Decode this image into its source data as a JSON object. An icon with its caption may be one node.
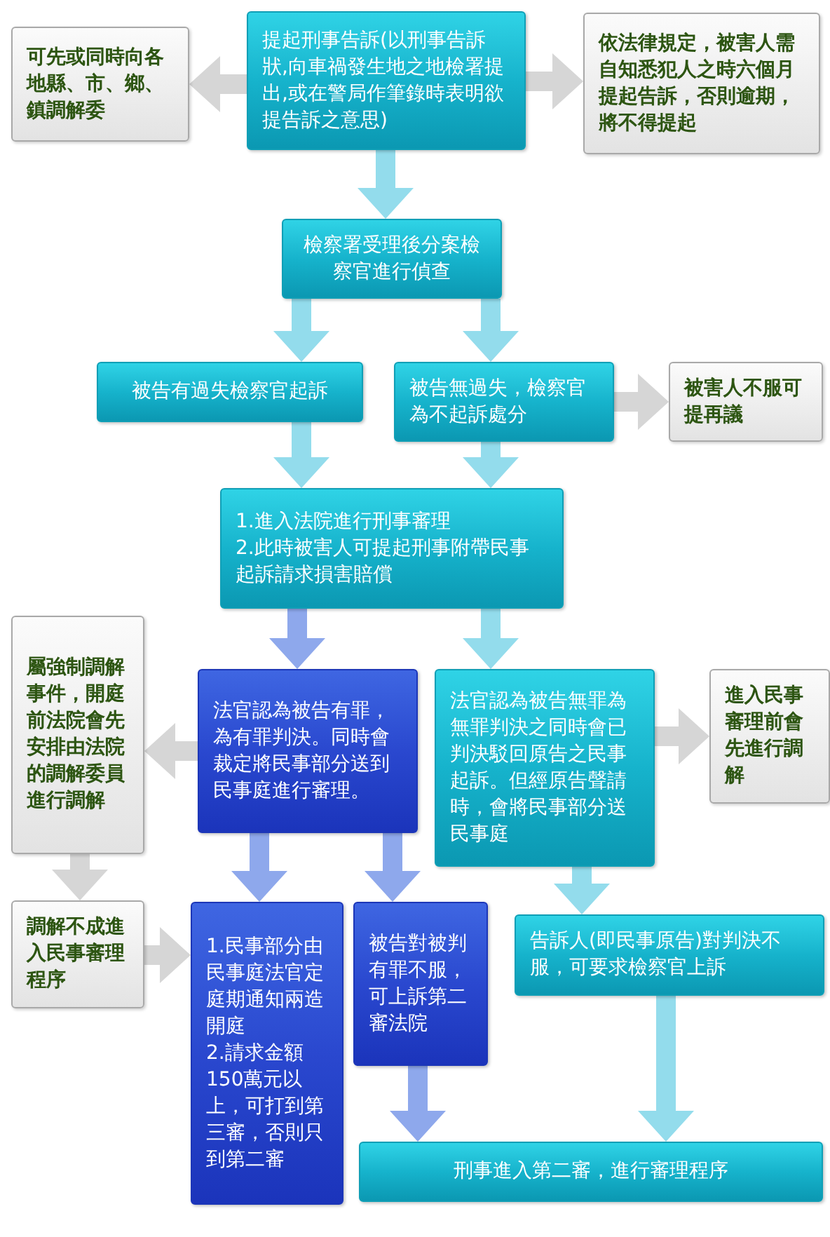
{
  "diagram": {
    "nodes": [
      {
        "text": [
          "提起刑事告訴(以刑事告訴狀,向車禍發生地之地檢署提出,或在警局作筆錄時表明欲提告訴之意思)"
        ]
      },
      {
        "text": [
          "可先或同時向各地縣、市、鄉、鎮調解委"
        ]
      },
      {
        "text": [
          "依法律規定，被害人需自知悉犯人之時六個月提起告訴，否則逾期，將不得提起"
        ]
      },
      {
        "text": [
          "檢察署受理後分案檢察官進行偵查"
        ]
      },
      {
        "text": [
          "被告有過失檢察官起訴"
        ]
      },
      {
        "text": [
          "被告無過失，檢察官為不起訴處分"
        ]
      },
      {
        "text": [
          "被害人不服可提再議"
        ]
      },
      {
        "text": [
          "1.進入法院進行刑事審理",
          "2.此時被害人可提起刑事附帶民事起訴請求損害賠償"
        ]
      },
      {
        "text": [
          "屬強制調解事件，開庭前法院會先安排由法院的調解委員進行調解"
        ]
      },
      {
        "text": [
          "法官認為被告有罪，為有罪判決。同時會裁定將民事部分送到民事庭進行審理。"
        ]
      },
      {
        "text": [
          "法官認為被告無罪為無罪判決之同時會已判決駁回原告之民事起訴。但經原告聲請時，會將民事部分送民事庭"
        ]
      },
      {
        "text": [
          "進入民事審理前會先進行調解"
        ]
      },
      {
        "text": [
          "調解不成進入民事審理程序"
        ]
      },
      {
        "text": [
          "1.民事部分由民事庭法官定庭期通知兩造開庭",
          "2.請求金額150萬元以上，可打到第三審，否則只到第二審"
        ]
      },
      {
        "text": [
          "被告對被判有罪不服，可上訴第二審法院"
        ]
      },
      {
        "text": [
          "告訴人(即民事原告)對判決不服，可要求檢察官上訴"
        ]
      },
      {
        "text": [
          "刑事進入第二審，進行審理程序"
        ]
      }
    ],
    "edges": [
      {
        "from": 0,
        "to": 1,
        "arrow": "to",
        "color": "#d6d6d6"
      },
      {
        "from": 0,
        "to": 2,
        "arrow": "to",
        "color": "#d6d6d6"
      },
      {
        "from": 0,
        "to": 3,
        "arrow": "to"
      },
      {
        "from": 3,
        "to": 4,
        "arrow": "to"
      },
      {
        "from": 3,
        "to": 5,
        "arrow": "to"
      },
      {
        "from": 5,
        "to": 6,
        "arrow": "to",
        "color": "#d6d6d6"
      },
      {
        "from": 4,
        "to": 7,
        "arrow": "to"
      },
      {
        "from": 5,
        "to": 7,
        "arrow": "to"
      },
      {
        "from": 7,
        "to": 9,
        "arrow": "to",
        "color": "#8ea8ec"
      },
      {
        "from": 7,
        "to": 10,
        "arrow": "to"
      },
      {
        "from": 9,
        "to": 8,
        "arrow": "to",
        "color": "#d6d6d6"
      },
      {
        "from": 10,
        "to": 11,
        "arrow": "to",
        "color": "#d6d6d6"
      },
      {
        "from": 8,
        "to": 12,
        "arrow": "to",
        "color": "#d6d6d6"
      },
      {
        "from": 12,
        "to": 13,
        "arrow": "to",
        "color": "#d6d6d6"
      },
      {
        "from": 9,
        "to": 13,
        "arrow": "to",
        "color": "#8ea8ec"
      },
      {
        "from": 9,
        "to": 14,
        "arrow": "to",
        "color": "#8ea8ec"
      },
      {
        "from": 10,
        "to": 15,
        "arrow": "to"
      },
      {
        "from": 14,
        "to": 16,
        "arrow": "to",
        "color": "#8ea8ec"
      },
      {
        "from": 15,
        "to": 16,
        "arrow": "to"
      }
    ]
  }
}
